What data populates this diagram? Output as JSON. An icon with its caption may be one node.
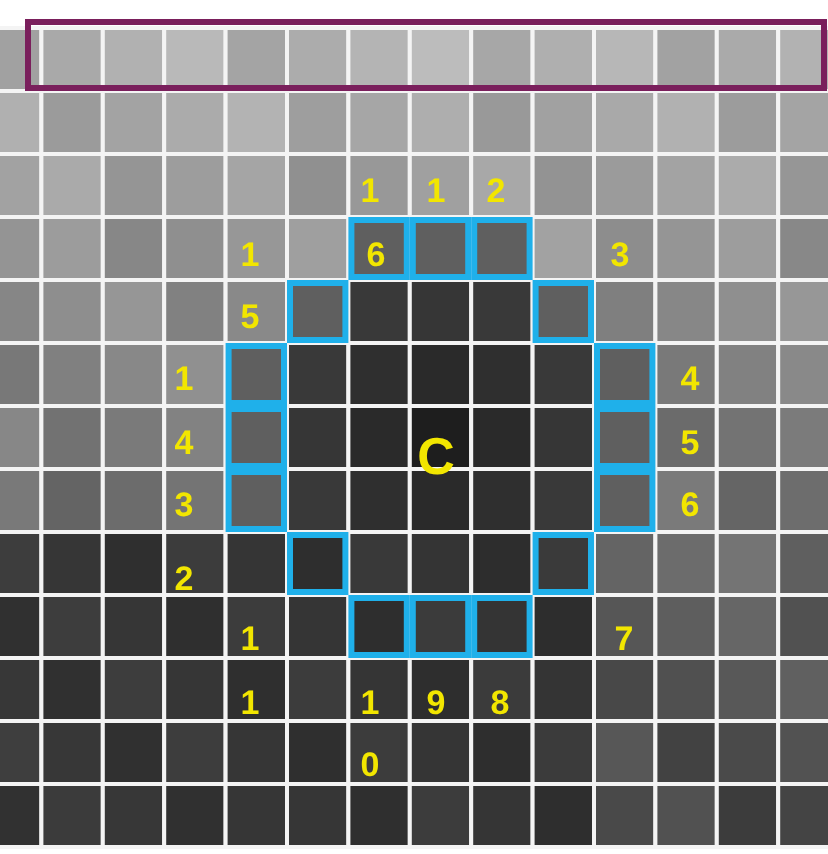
{
  "diagram": {
    "labels": [
      "1",
      "1",
      "2",
      "1",
      "6",
      "3",
      "5",
      "1",
      "4",
      "4",
      "C",
      "5",
      "3",
      "6",
      "2",
      "1",
      "7",
      "1",
      "1",
      "9",
      "8",
      "0"
    ]
  }
}
